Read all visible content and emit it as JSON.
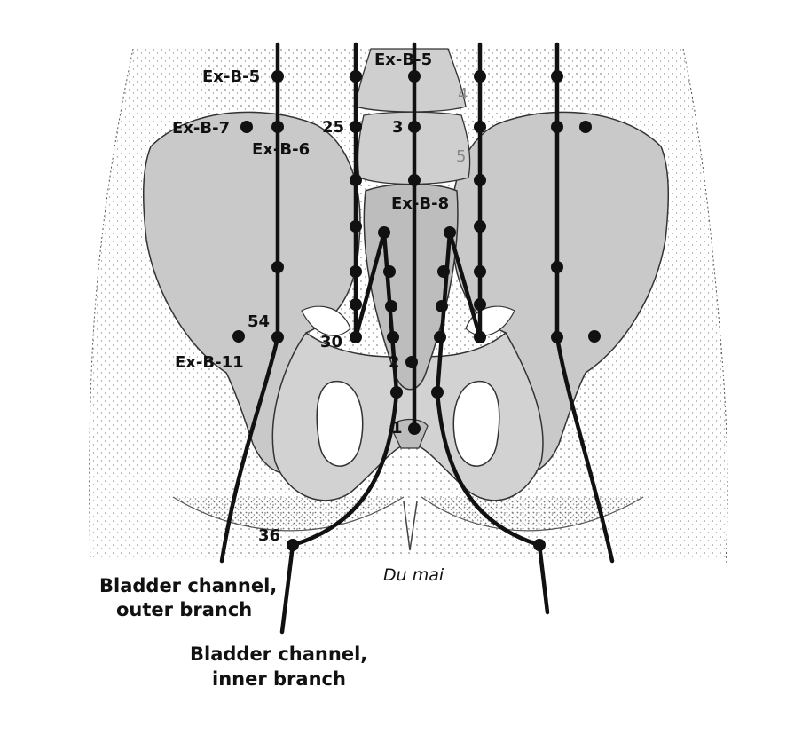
{
  "colors": {
    "bone": "#c9c9c9",
    "bone_light": "#dcdcdc",
    "ink": "#111111",
    "stipple": "#8a8a8a"
  },
  "labels": {
    "exb5_left": "Ex-B-5",
    "exb5_top": "Ex-B-5",
    "exb7": "Ex-B-7",
    "exb6": "Ex-B-6",
    "n25": "25",
    "n3": "3",
    "exb8": "Ex-B-8",
    "n54": "54",
    "exb11": "Ex-B-11",
    "n30": "30",
    "n2": "2",
    "n1": "1",
    "n36": "36",
    "du_mai": "Du mai"
  },
  "captions": {
    "outer_line1": "Bladder channel,",
    "outer_line2": "outer branch",
    "inner_line1": "Bladder channel,",
    "inner_line2": "inner branch"
  }
}
